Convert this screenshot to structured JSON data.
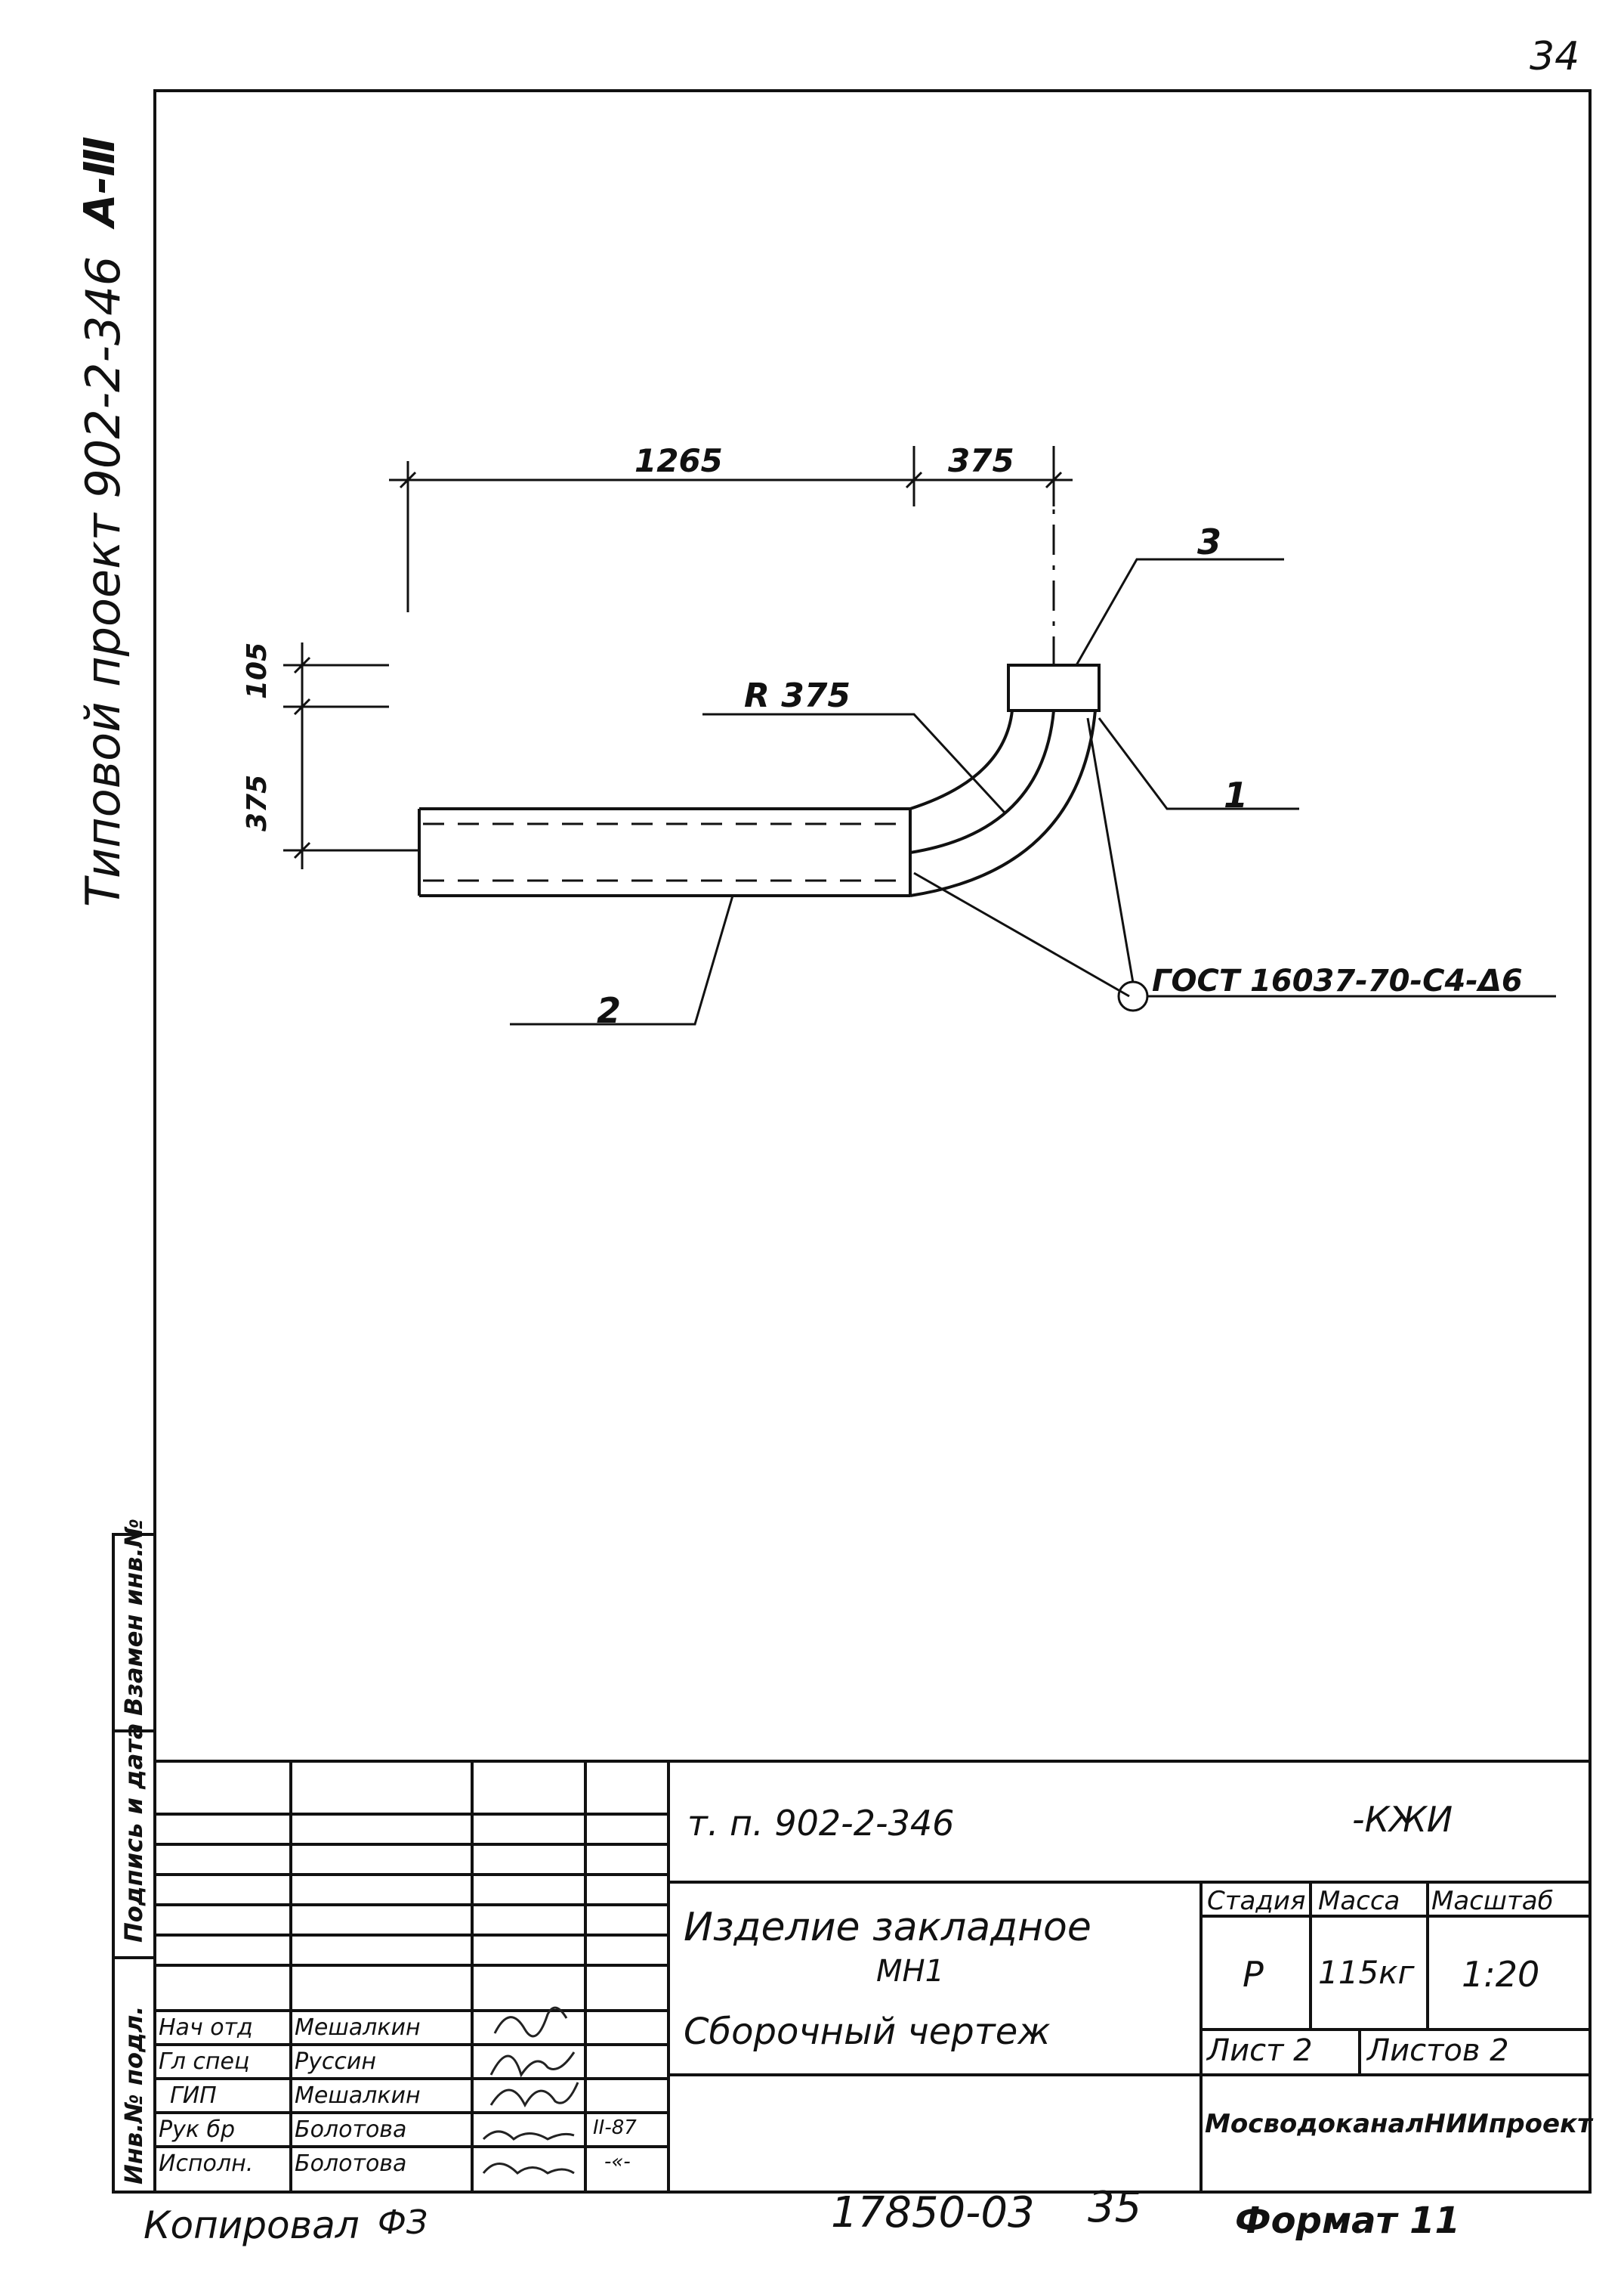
{
  "page_number": "34",
  "side_label": {
    "project": "Типовой проект 902-2-346",
    "album": "А-Ⅲ"
  },
  "dimensions": {
    "d1": "1265",
    "d2": "375",
    "d3": "105",
    "d4": "375",
    "radius": "R 375"
  },
  "callouts": {
    "part1": "1",
    "part2": "2",
    "part3": "3",
    "weld": "ГОСТ 16037-70-С4-Δ6"
  },
  "left_strip": {
    "col1": "Взамен инв.№",
    "col2": "Подпись и дата",
    "col3": "Инв.№ подл."
  },
  "title_block": {
    "project_code": "т. п. 902-2-346",
    "code_suffix": "-КЖИ",
    "name_line1": "Изделие закладное",
    "name_line2": "МН1",
    "name_line3": "Сборочный   чертеж",
    "stage_header": "Стадия",
    "mass_header": "Масса",
    "scale_header": "Масштаб",
    "stage": "Р",
    "mass": "115кг",
    "scale": "1:20",
    "sheet": "Лист  2",
    "sheets": "Листов  2",
    "organization": "МосводоканалНИИпроект",
    "roles": [
      "Нач отд",
      "Гл спец",
      "ГИП",
      "Рук бр",
      "Исполн."
    ],
    "names": [
      "Мешалкин",
      "Руссин",
      "Мешалкин",
      "Болотова",
      "Болотова"
    ],
    "extra_dates": [
      "",
      "",
      "",
      "II-87",
      "-«-"
    ]
  },
  "bottom": {
    "copied": "Копировал",
    "copied_mark": "ФЗ",
    "number": "17850-03",
    "sheet_num": "35",
    "format": "Формат 11"
  }
}
